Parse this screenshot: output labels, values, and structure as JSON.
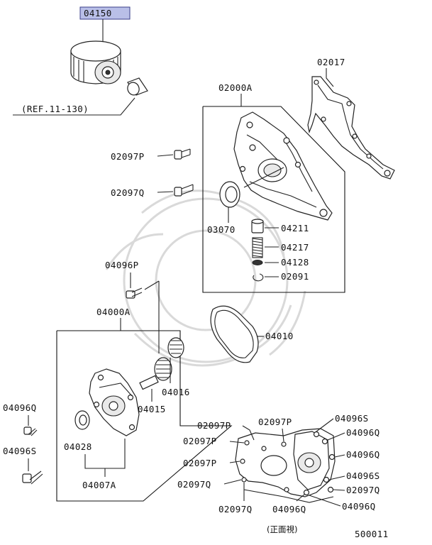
{
  "labels": {
    "oil_filter": "04150",
    "ref": "(REF.11-130)",
    "gasket_02017": "02017",
    "pump_assy_02000A": "02000A",
    "bolt_02097P_top": "02097P",
    "bolt_02097Q_top": "02097Q",
    "seal_03070": "03070",
    "plunger_04211": "04211",
    "spring_04217": "04217",
    "washer_04128": "04128",
    "ring_02091": "02091",
    "bolt_04096P": "04096P",
    "oil_pump_04000A": "04000A",
    "gasket_04010": "04010",
    "gear_04016": "04016",
    "gear_04015": "04015",
    "bolt_04096Q_left": "04096Q",
    "bolt_04096S_left": "04096S",
    "seal_04028": "04028",
    "housing_04007A": "04007A",
    "front_P1": "02097P",
    "front_P2": "02097P",
    "front_P3": "02097P",
    "front_P4": "02097P",
    "front_Q1": "02097Q",
    "front_Q2": "02097Q",
    "front_Q3": "04096Q",
    "right_S1": "04096S",
    "right_Q1": "04096Q",
    "right_Q2": "04096Q",
    "right_S2": "04096S",
    "right_Q3": "02097Q",
    "right_Q4": "04096Q",
    "front_view": "(正面視)",
    "diagram_id": "500011"
  }
}
